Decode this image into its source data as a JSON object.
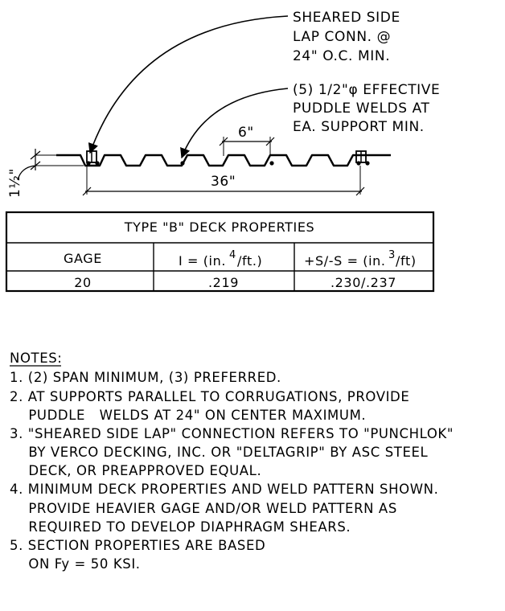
{
  "callouts": {
    "sheared_side": [
      "SHEARED SIDE",
      "LAP CONN. @",
      "24\" O.C. MIN."
    ],
    "puddle_welds": [
      "(5) 1/2\"φ EFFECTIVE",
      "PUDDLE WELDS AT",
      "EA. SUPPORT MIN."
    ]
  },
  "dimensions": {
    "rib_spacing": "6\"",
    "panel_width": "36\"",
    "deck_depth": "1½\""
  },
  "table": {
    "title": "TYPE \"B\" DECK PROPERTIES",
    "headers": {
      "gage": "GAGE",
      "inertia_pre": "I = (in.",
      "inertia_exp": "4",
      "inertia_post": "/ft.)",
      "section_pre": "+S/-S = (in.",
      "section_exp": "3",
      "section_post": "/ft)"
    },
    "rows": [
      {
        "gage": "20",
        "inertia": ".219",
        "section": ".230/.237"
      }
    ]
  },
  "notes": {
    "heading": "NOTES:",
    "lines": [
      "1. (2) SPAN MINIMUM, (3) PREFERRED.",
      "2. AT SUPPORTS PARALLEL TO CORRUGATIONS, PROVIDE",
      "    PUDDLE   WELDS AT 24\" ON CENTER MAXIMUM.",
      "3. \"SHEARED SIDE LAP\" CONNECTION REFERS TO \"PUNCHLOK\"",
      "    BY VERCO DECKING, INC. OR \"DELTAGRIP\" BY ASC STEEL",
      "    DECK, OR PREAPPROVED EQUAL.",
      "4. MINIMUM DECK PROPERTIES AND WELD PATTERN SHOWN.",
      "    PROVIDE HEAVIER GAGE AND/OR WELD PATTERN AS",
      "    REQUIRED TO DEVELOP DIAPHRAGM SHEARS.",
      "5. SECTION PROPERTIES ARE BASED",
      "    ON Fy = 50 KSI."
    ]
  }
}
